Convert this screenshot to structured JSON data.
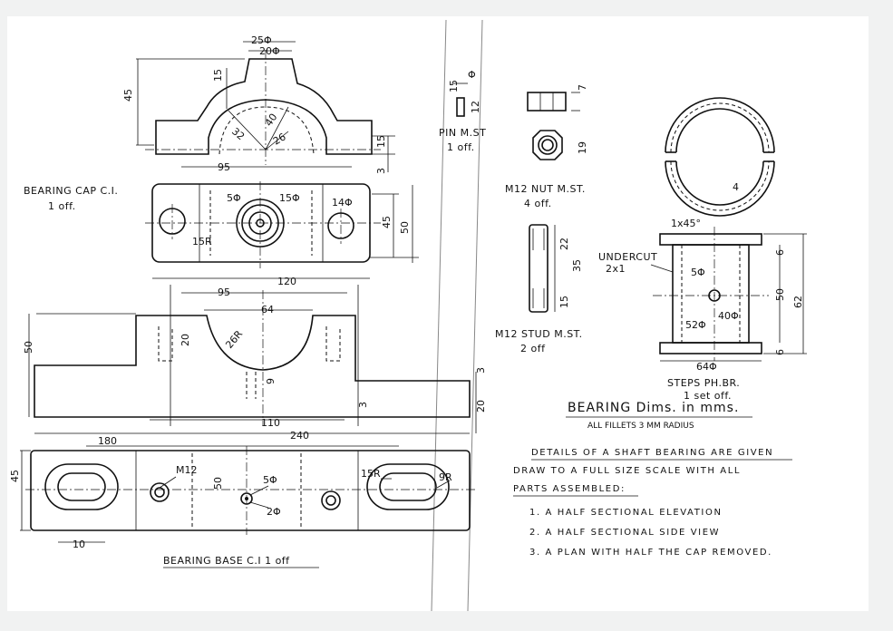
{
  "labels": {
    "bearing_cap": "BEARING CAP C.I.",
    "bearing_cap_qty": "1 off.",
    "pin": "PIN M.ST",
    "pin_qty": "1 off.",
    "nut": "M12 NUT M.ST.",
    "nut_qty": "4 off.",
    "stud": "M12 STUD M.ST.",
    "stud_qty": "2 off",
    "undercut": "UNDERCUT",
    "undercut_val": "2x1",
    "steps": "STEPS PH.BR.",
    "steps_qty": "1 set off.",
    "bearing_base": "BEARING BASE C.I 1 off",
    "title": "BEARING   Dims. in mms.",
    "fillets": "ALL FILLETS 3 MM RADIUS"
  },
  "dims": {
    "cap_25": "25Φ",
    "cap_20": "20Φ",
    "cap_45": "45",
    "cap_15": "15",
    "cap_40": "40",
    "cap_32": "32",
    "cap_26": "26",
    "cap_15b": "15",
    "cap_3": "3",
    "cap_95": "95",
    "cap_5": "5Φ",
    "cap_15c": "15Φ",
    "cap_14": "14Φ",
    "cap_45b": "45",
    "cap_50": "50",
    "cap_15r": "15R",
    "cap_120": "120",
    "pin_15": "15",
    "pin_12": "12",
    "pin_d": "Φ",
    "nut_7": "7",
    "nut_19": "19",
    "stud_22": "22",
    "stud_35": "35",
    "stud_15": "15",
    "step_4": "4",
    "step_1x45": "1x45°",
    "step_5": "5Φ",
    "step_40": "40Φ",
    "step_52": "52Φ",
    "step_64": "64Φ",
    "step_6a": "6",
    "step_50": "50",
    "step_62": "62",
    "step_6b": "6",
    "base_95": "95",
    "base_64": "64",
    "base_50": "50",
    "base_20": "20",
    "base_26r": "26R",
    "base_9": "9",
    "base_3": "3",
    "base_110": "110",
    "base_20b": "20",
    "base_3b": "3",
    "base_240": "240",
    "base_180": "180",
    "base_45": "45",
    "base_m12": "M12",
    "base_50b": "50",
    "base_5": "5Φ",
    "base_2": "2Φ",
    "base_15r": "15R",
    "base_9r": "9R",
    "base_10": "10"
  },
  "notes": {
    "heading_line1": "DETAILS OF A SHAFT BEARING ARE GIVEN",
    "heading_line2": "DRAW TO A FULL SIZE SCALE WITH ALL",
    "heading_line3": "PARTS ASSEMBLED:",
    "items": [
      "1.  A HALF SECTIONAL ELEVATION",
      "2.  A HALF SECTIONAL SIDE VIEW",
      "3.  A PLAN WITH HALF THE CAP REMOVED."
    ]
  }
}
